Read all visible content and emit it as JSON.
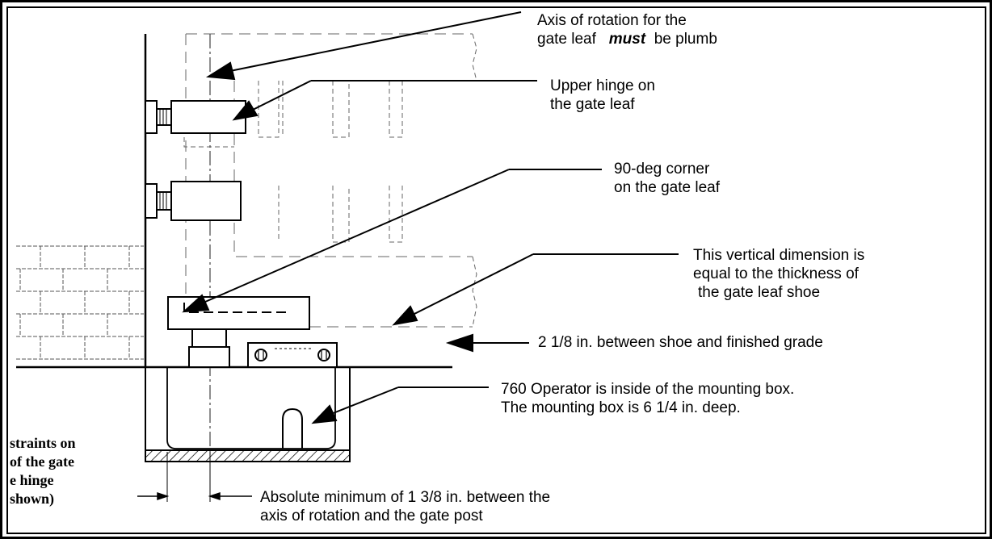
{
  "labels": {
    "axis_line1": "Axis of rotation for the",
    "axis_line2_pre": "gate leaf",
    "axis_line2_em": "must",
    "axis_line2_post": "be plumb",
    "upper_hinge_line1": "Upper hinge on",
    "upper_hinge_line2": "the gate leaf",
    "corner_line1": "90-deg corner",
    "corner_line2": "on the gate leaf",
    "vertical_line1": "This vertical dimension is",
    "vertical_line2": "equal to the thickness of",
    "vertical_line3": "the gate leaf shoe",
    "grade": "2 1/8 in. between shoe and finished grade",
    "operator_line1": "760 Operator is inside of the mounting box.",
    "operator_line2": "The mounting box is 6 1/4 in. deep.",
    "minimum_line1": "Absolute minimum of 1 3/8 in. between the",
    "minimum_line2": "axis of rotation and the gate post",
    "left_line1": "straints on",
    "left_line2": "of the gate",
    "left_line3": "e hinge",
    "left_line4": "shown)"
  }
}
